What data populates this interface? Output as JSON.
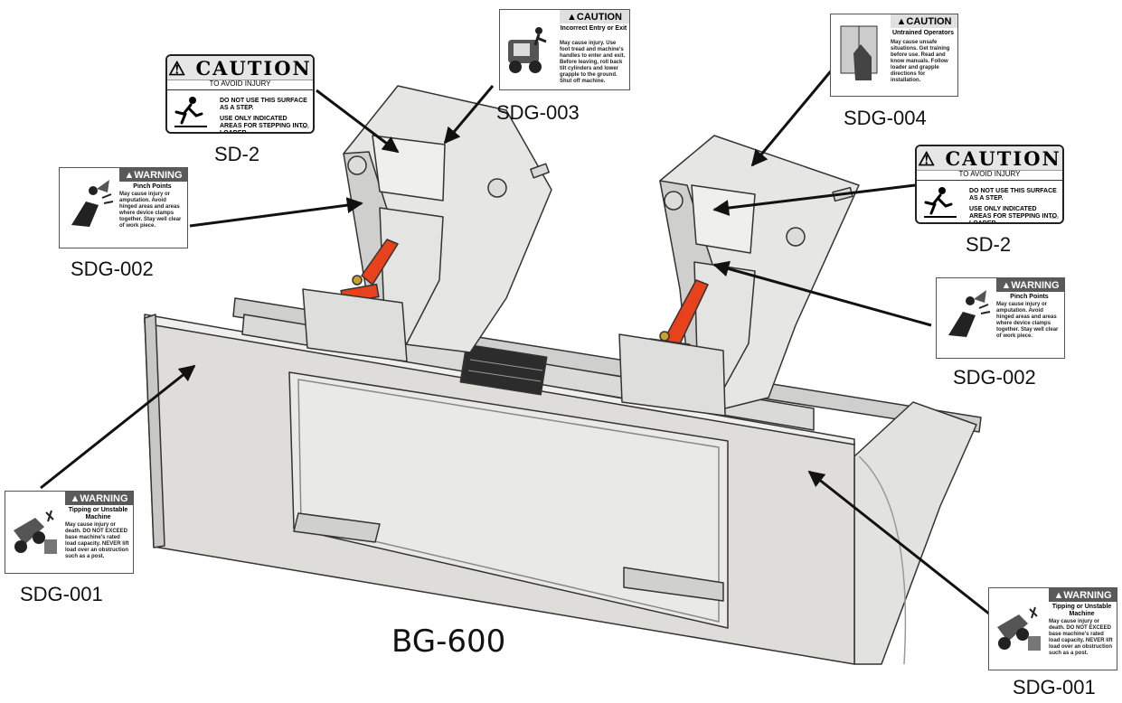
{
  "model": "BG-600",
  "decal_codes": {
    "sd2_left": "SD-2",
    "sd2_right": "SD-2",
    "sdg003": "SDG-003",
    "sdg004": "SDG-004",
    "sdg002_left": "SDG-002",
    "sdg002_right": "SDG-002",
    "sdg001_left": "SDG-001",
    "sdg001_right": "SDG-001"
  },
  "caution_large": {
    "header": "CAUTION",
    "subheader": "TO AVOID INJURY",
    "line1": "DO NOT USE THIS SURFACE AS A STEP.",
    "line2": "USE ONLY INDICATED AREAS FOR STEPPING INTO LOADER.",
    "number": "SD-2"
  },
  "sdg003": {
    "header": "CAUTION",
    "title": "Incorrect Entry or Exit",
    "body": "May cause injury. Use foot tread and machine's handles to enter and exit. Before leaving, roll back tilt cylinders and lower grapple to the ground. Shut off machine."
  },
  "sdg004": {
    "header": "CAUTION",
    "title": "Untrained Operators",
    "body": "May cause unsafe situations. Get training before use. Read and know manuals. Follow loader and grapple directions for installation."
  },
  "sdg002": {
    "header": "WARNING",
    "title": "Pinch Points",
    "body": "May cause injury or amputation. Avoid hinged areas and areas where device clamps together. Stay well clear of work piece."
  },
  "sdg001": {
    "header": "WARNING",
    "title": "Tipping or Unstable Machine",
    "body": "May cause injury or death. DO NOT EXCEED base machine's rated load capacity. NEVER lift load over an obstruction such as a post."
  },
  "colors": {
    "cylinder": "#e8421c",
    "steel": "#d9d9d7",
    "outline": "#333333",
    "warning_header": "#5a5a5a"
  },
  "icons": {
    "alert": "warning-triangle-icon",
    "fall": "slip-fall-icon",
    "pinch": "pinch-point-icon",
    "loader": "skid-steer-icon",
    "manual": "manual-hand-icon"
  }
}
